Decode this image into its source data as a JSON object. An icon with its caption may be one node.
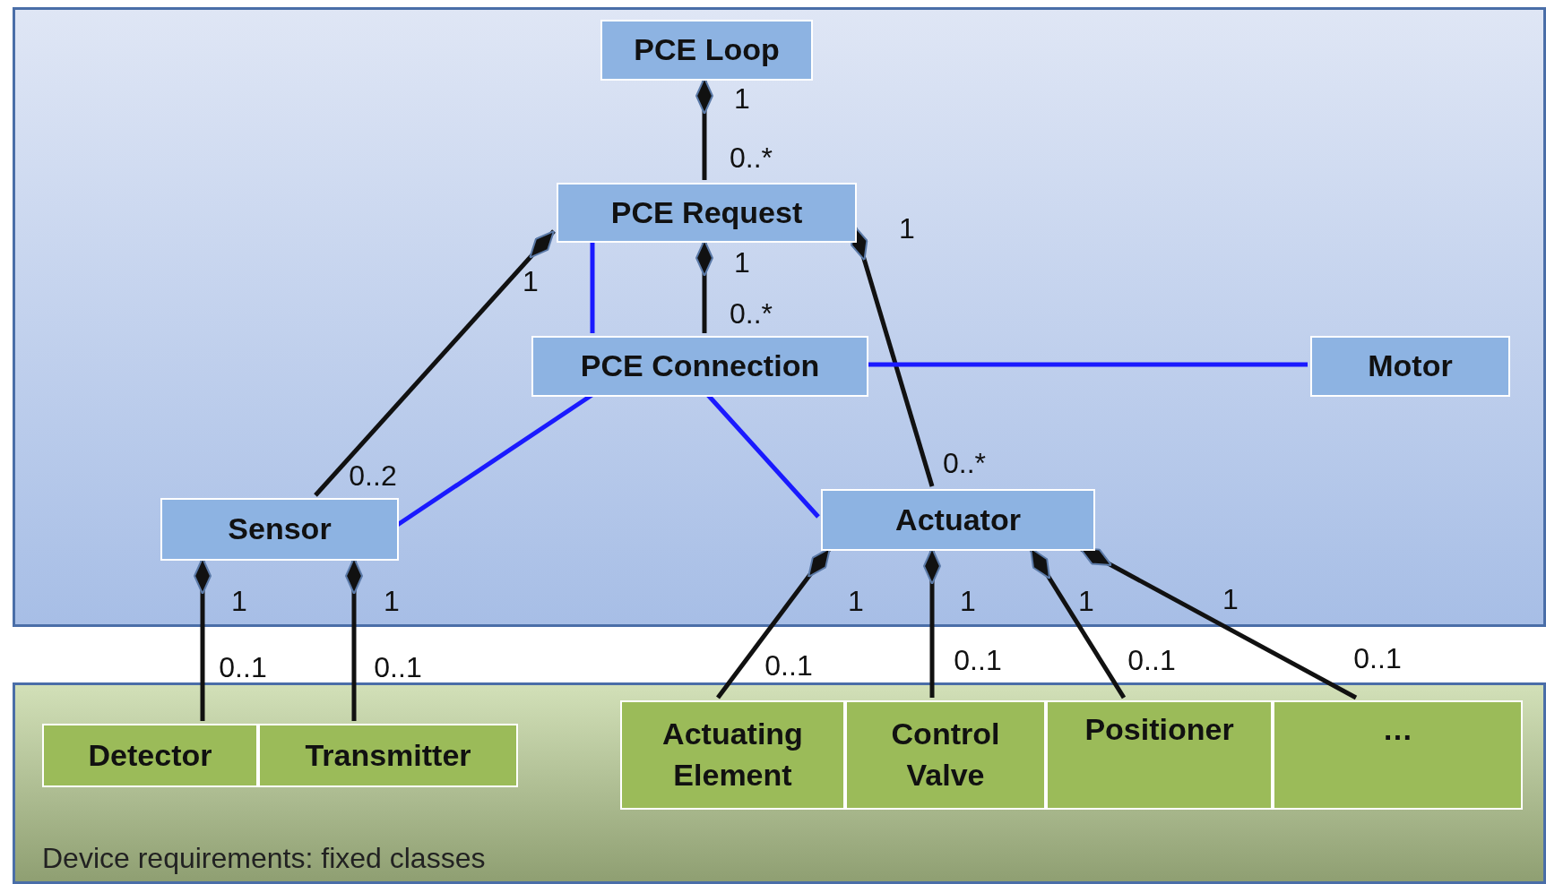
{
  "diagram": {
    "nodes": [
      {
        "text": [],
        "shape": "box"
      },
      {
        "text": [
          "PCE Loop"
        ],
        "in": 0
      },
      {
        "text": [
          "PCE Request"
        ],
        "in": 0
      },
      {
        "text": [
          "PCE Connection"
        ],
        "in": 0
      },
      {
        "text": [
          "Motor"
        ],
        "in": 0
      },
      {
        "text": [
          "Sensor"
        ],
        "in": 0
      },
      {
        "text": [
          "Actuator"
        ],
        "in": 0
      },
      {
        "text": [
          "Device requirements: fixed classes"
        ]
      },
      {
        "text": [
          "Detector"
        ],
        "in": 7
      },
      {
        "text": [
          "Transmitter"
        ],
        "in": 7
      },
      {
        "text": [
          "Actuating Element"
        ],
        "in": 7
      },
      {
        "text": [
          "Control Valve"
        ],
        "in": 7
      },
      {
        "text": [
          "Positioner"
        ],
        "in": 7
      },
      {
        "text": [
          "…"
        ],
        "in": 7
      }
    ],
    "edges": [
      {
        "from": 1,
        "to": 2,
        "arrow": "other"
      },
      {
        "from": 2,
        "to": 5,
        "arrow": "other"
      },
      {
        "from": 2,
        "to": 3,
        "arrow": "none",
        "color": "#1a1aff"
      },
      {
        "from": 2,
        "to": 3,
        "arrow": "other"
      },
      {
        "from": 2,
        "to": 6,
        "arrow": "other"
      },
      {
        "from": 3,
        "to": 4,
        "arrow": "none",
        "color": "#1a1aff"
      },
      {
        "from": 3,
        "to": 5,
        "arrow": "none",
        "color": "#1a1aff"
      },
      {
        "from": 3,
        "to": 6,
        "arrow": "none",
        "color": "#1a1aff"
      },
      {
        "from": 5,
        "to": 8,
        "arrow": "other"
      },
      {
        "from": 5,
        "to": 9,
        "arrow": "other"
      },
      {
        "from": 6,
        "to": 10,
        "arrow": "other"
      },
      {
        "from": 6,
        "to": 11,
        "arrow": "other"
      },
      {
        "from": 6,
        "to": 12,
        "arrow": "other"
      },
      {
        "from": 6,
        "to": 13,
        "arrow": "other"
      }
    ],
    "labels": [
      "1",
      "0..*",
      "1",
      "1",
      "1",
      "0..*",
      "0..2",
      "0..*",
      "1",
      "1",
      "1",
      "1",
      "1",
      "1",
      "0..1",
      "0..1",
      "0..1",
      "0..1",
      "0..1",
      "0..1"
    ]
  }
}
